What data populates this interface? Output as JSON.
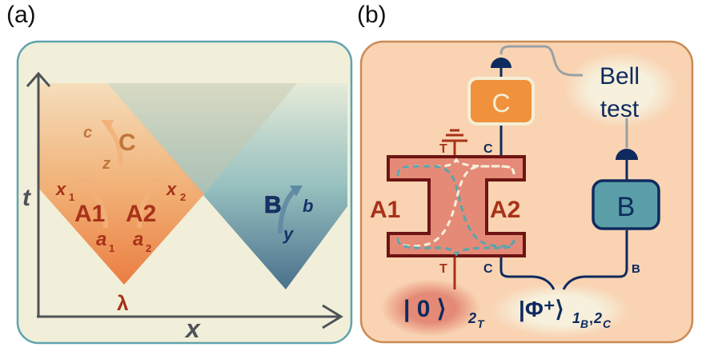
{
  "panels": {
    "a": {
      "label": "(a)",
      "axes": {
        "vertical": "t",
        "horizontal": "x"
      },
      "source": "λ",
      "parties": {
        "A1": {
          "name": "A1",
          "input": "a",
          "input_sub": "1",
          "output": "x",
          "output_sub": "1"
        },
        "A2": {
          "name": "A2",
          "input": "a",
          "input_sub": "2",
          "output": "x",
          "output_sub": "2"
        },
        "C": {
          "name": "C",
          "input": "z",
          "output": "c"
        },
        "B": {
          "name": "B",
          "input": "y",
          "output": "b"
        }
      }
    },
    "b": {
      "label": "(b)",
      "boxes": {
        "C": "C",
        "B": "B"
      },
      "bell_test": {
        "line1": "Bell",
        "line2": "test"
      },
      "device_labels": {
        "left": "A1",
        "right": "A2"
      },
      "port_labels": {
        "T_top": "T",
        "C_top": "C",
        "T_bottom": "T",
        "C_bottom": "C",
        "B": "B"
      },
      "states": {
        "zero": {
          "ket": "| 0 ⟩",
          "sub": "2",
          "subsub": "T"
        },
        "phi": {
          "ket": "|Φ⁺⟩",
          "sub1": "1",
          "sub1sub": "B",
          "comma": ",",
          "sub2": "2",
          "sub2sub": "C"
        }
      }
    }
  },
  "colors": {
    "panel_a_bg": "#f1efd9",
    "panel_a_border": "#5fa3ac",
    "panel_b_bg": "#f9d3b2",
    "panel_b_border": "#c98b55",
    "orange": "#ee8a48",
    "dark_red": "#a8321a",
    "navy": "#0f2a5e",
    "teal": "#5a9fa8",
    "axis": "#4f5358"
  }
}
